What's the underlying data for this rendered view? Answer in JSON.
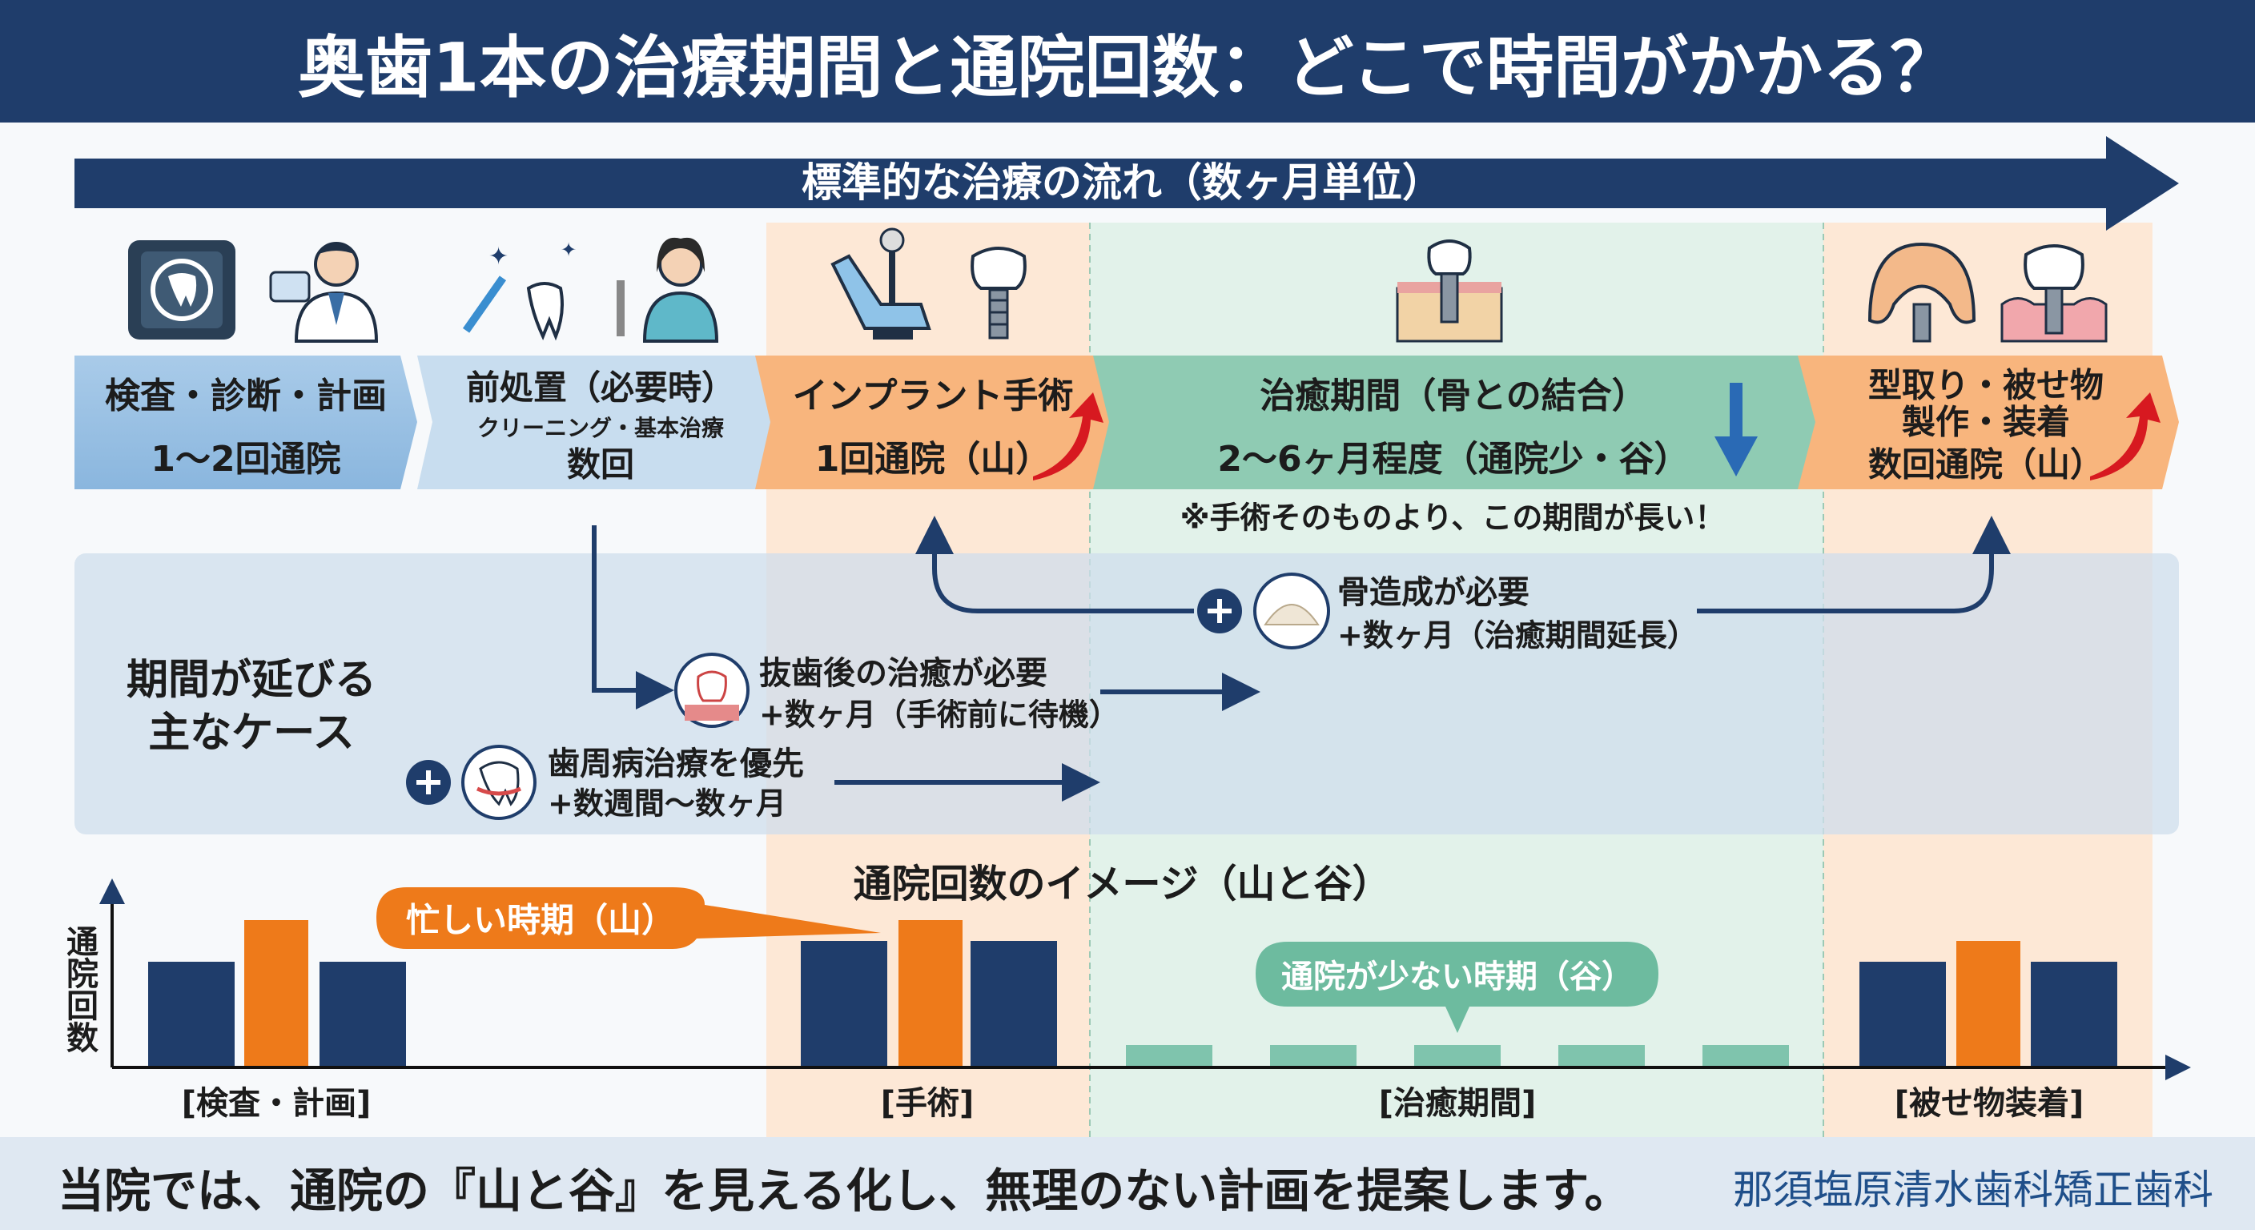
{
  "title": "奥歯1本の治療期間と通院回数：どこで時間がかかる？",
  "flow_label": "標準的な治療の流れ（数ヶ月単位）",
  "steps": [
    {
      "line1": "検査・診断・計画",
      "line2": "1〜2回通院"
    },
    {
      "line1": "前処置（必要時）",
      "sub": "クリーニング・基本治療",
      "line2": "数回"
    },
    {
      "line1": "インプラント手術",
      "line2": "1回通院（山）"
    },
    {
      "line1": "治癒期間（骨との結合）",
      "line2": "2〜6ヶ月程度（通院少・谷）"
    },
    {
      "line1": "型取り・被せ物",
      "line1b": "製作・装着",
      "line2": "数回通院（山）"
    }
  ],
  "note": "※手術そのものより、この期間が長い！",
  "extension": {
    "heading1": "期間が延びる",
    "heading2": "主なケース",
    "cases": [
      {
        "title": "抜歯後の治癒が必要",
        "detail": "+数ヶ月（手術前に待機）"
      },
      {
        "title": "歯周病治療を優先",
        "detail": "+数週間〜数ヶ月"
      },
      {
        "title": "骨造成が必要",
        "detail": "+数ヶ月（治癒期間延長）"
      }
    ]
  },
  "chart_data": {
    "type": "bar",
    "title": "通院回数のイメージ（山と谷）",
    "ylabel": "通院回数",
    "categories": [
      "[検査・計画]",
      "[手術]",
      "[治癒期間]",
      "[被せ物装着]"
    ],
    "groups": [
      {
        "category": "[検査・計画]",
        "values": [
          5,
          7,
          5
        ],
        "colors": [
          "#1f3d6b",
          "#ee7a1a",
          "#1f3d6b"
        ]
      },
      {
        "category": "[手術]",
        "values": [
          6,
          7,
          6
        ],
        "colors": [
          "#1f3d6b",
          "#ee7a1a",
          "#1f3d6b"
        ]
      },
      {
        "category": "[治癒期間]",
        "values": [
          1,
          1,
          1,
          1,
          1
        ],
        "colors": [
          "#7fc4ad",
          "#7fc4ad",
          "#7fc4ad",
          "#7fc4ad",
          "#7fc4ad"
        ]
      },
      {
        "category": "[被せ物装着]",
        "values": [
          5,
          6,
          5
        ],
        "colors": [
          "#1f3d6b",
          "#ee7a1a",
          "#1f3d6b"
        ]
      }
    ],
    "annotations": [
      "忙しい時期（山）",
      "通院が少ない時期（谷）"
    ]
  },
  "footer": {
    "message": "当院では、通院の『山と谷』を見える化し、無理のない計画を提案します。",
    "clinic": "那須塩原清水歯科矯正歯科"
  },
  "colors": {
    "navy": "#1f3d6b",
    "orange": "#ee7a1a",
    "green": "#7fc4ad"
  }
}
